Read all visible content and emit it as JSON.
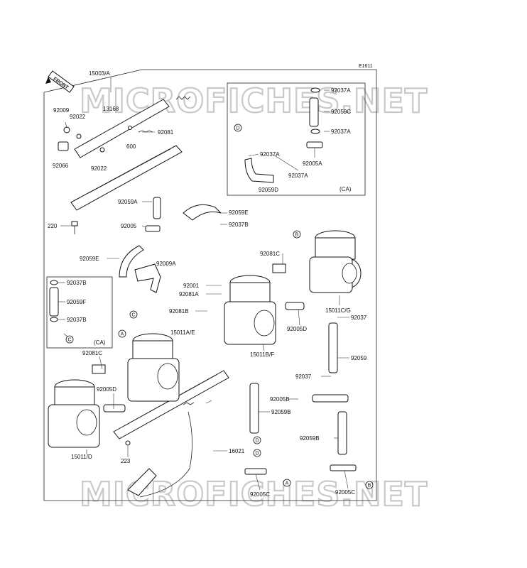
{
  "diagram": {
    "code": "E1611",
    "front_label": "FRONT",
    "watermarks": [
      "MICROFICHES.NET",
      "MICROFICHES.NET"
    ],
    "inset_right_tag": "(CA)",
    "inset_left_tag": "(CA)",
    "circle_labels": {
      "A": "A",
      "B": "B",
      "C": "C",
      "D": "D"
    },
    "labels": {
      "l15003A": "15003/A",
      "l92009": "92009",
      "l92022a": "92022",
      "l13168": "13168",
      "l92081": "92081",
      "l600": "600",
      "l92066": "92066",
      "l92022b": "92022",
      "l220": "220",
      "l92059A": "92059A",
      "l92005": "92005",
      "l92059E_top": "92059E",
      "l92037B_mid": "92037B",
      "l92059E_left": "92059E",
      "l92009A": "92009A",
      "l92001": "92001",
      "l92081A": "92081A",
      "l92081B": "92081B",
      "l92081C_mid": "92081C",
      "l15011CG": "15011C/G",
      "l92037_right": "92037",
      "l92005D_mid": "92005D",
      "l15011BF": "15011B/F",
      "l15011AE": "15011A/E",
      "l92059_right": "92059",
      "l92037_right2": "92037",
      "l92081C_left": "92081C",
      "l92005D_left": "92005D",
      "l92005B": "92005B",
      "l92059B_mid": "92059B",
      "l15011D": "15011/D",
      "l223": "223",
      "l16021": "16021",
      "l92059B_right": "92059B",
      "l92005C_mid": "92005C",
      "l92005C_right": "92005C",
      "r92037A_1": "92037A",
      "r92059C": "92059C",
      "r92037A_2": "92037A",
      "r92037A_3": "92037A",
      "r92005A": "92005A",
      "r92037A_4": "92037A",
      "r92059D": "92059D",
      "i92037B_1": "92037B",
      "i92059F": "92059F",
      "i92037B_2": "92037B"
    }
  }
}
